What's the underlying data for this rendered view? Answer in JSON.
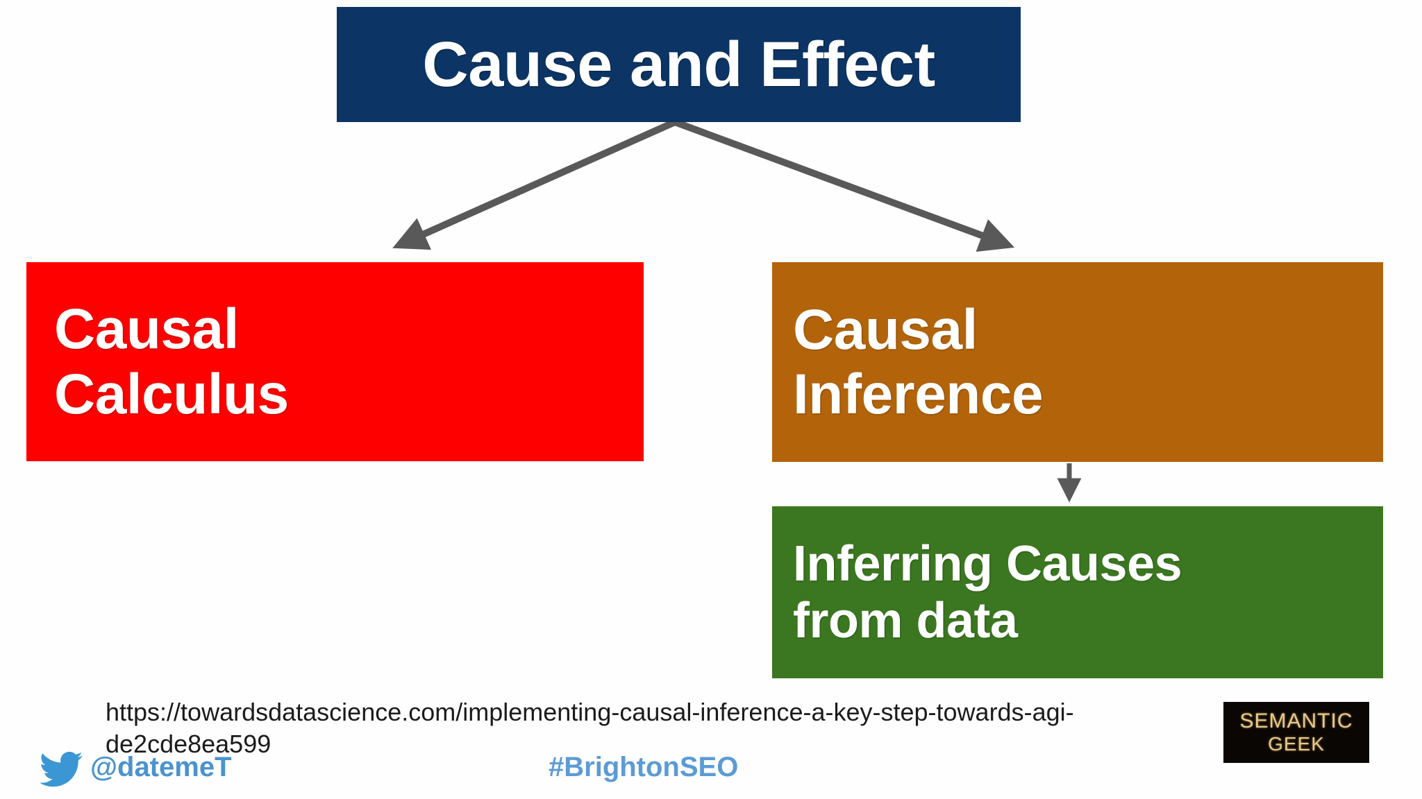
{
  "slide": {
    "background_color": "#fefefe"
  },
  "diagram": {
    "title": {
      "label": "Cause and Effect",
      "color": "#0c3565",
      "text_color": "#ffffff"
    },
    "nodes": [
      {
        "id": "causal-calculus",
        "label": "Causal\nCalculus",
        "color": "#ff0000",
        "text_color": "#ffffff"
      },
      {
        "id": "causal-inference",
        "label": "Causal\nInference",
        "color": "#b3640a",
        "text_color": "#ffffff"
      },
      {
        "id": "inferring-causes",
        "label": "Inferring Causes\nfrom data",
        "color": "#3b7720",
        "text_color": "#ffffff"
      }
    ],
    "arrows": [
      {
        "id": "title-to-calculus",
        "from": "title",
        "to": "causal-calculus",
        "color": "#595959"
      },
      {
        "id": "title-to-inference",
        "from": "title",
        "to": "causal-inference",
        "color": "#595959"
      },
      {
        "id": "inference-to-inferring",
        "from": "causal-inference",
        "to": "inferring-causes",
        "color": "#595959"
      }
    ]
  },
  "footer": {
    "source_url": "https://towardsdatascience.com/implementing-causal-inference-a-key-step-towards-agi-de2cde8ea599",
    "twitter_icon": "twitter-bird-icon",
    "twitter_handle": "@datemeT",
    "hashtag": "#BrightonSEO",
    "link_color": "#5b9bd5"
  },
  "logo": {
    "line1": "SEMANTIC",
    "line2": "GEEK",
    "background_color": "#0a0604",
    "text_color": "#e8c88a"
  }
}
